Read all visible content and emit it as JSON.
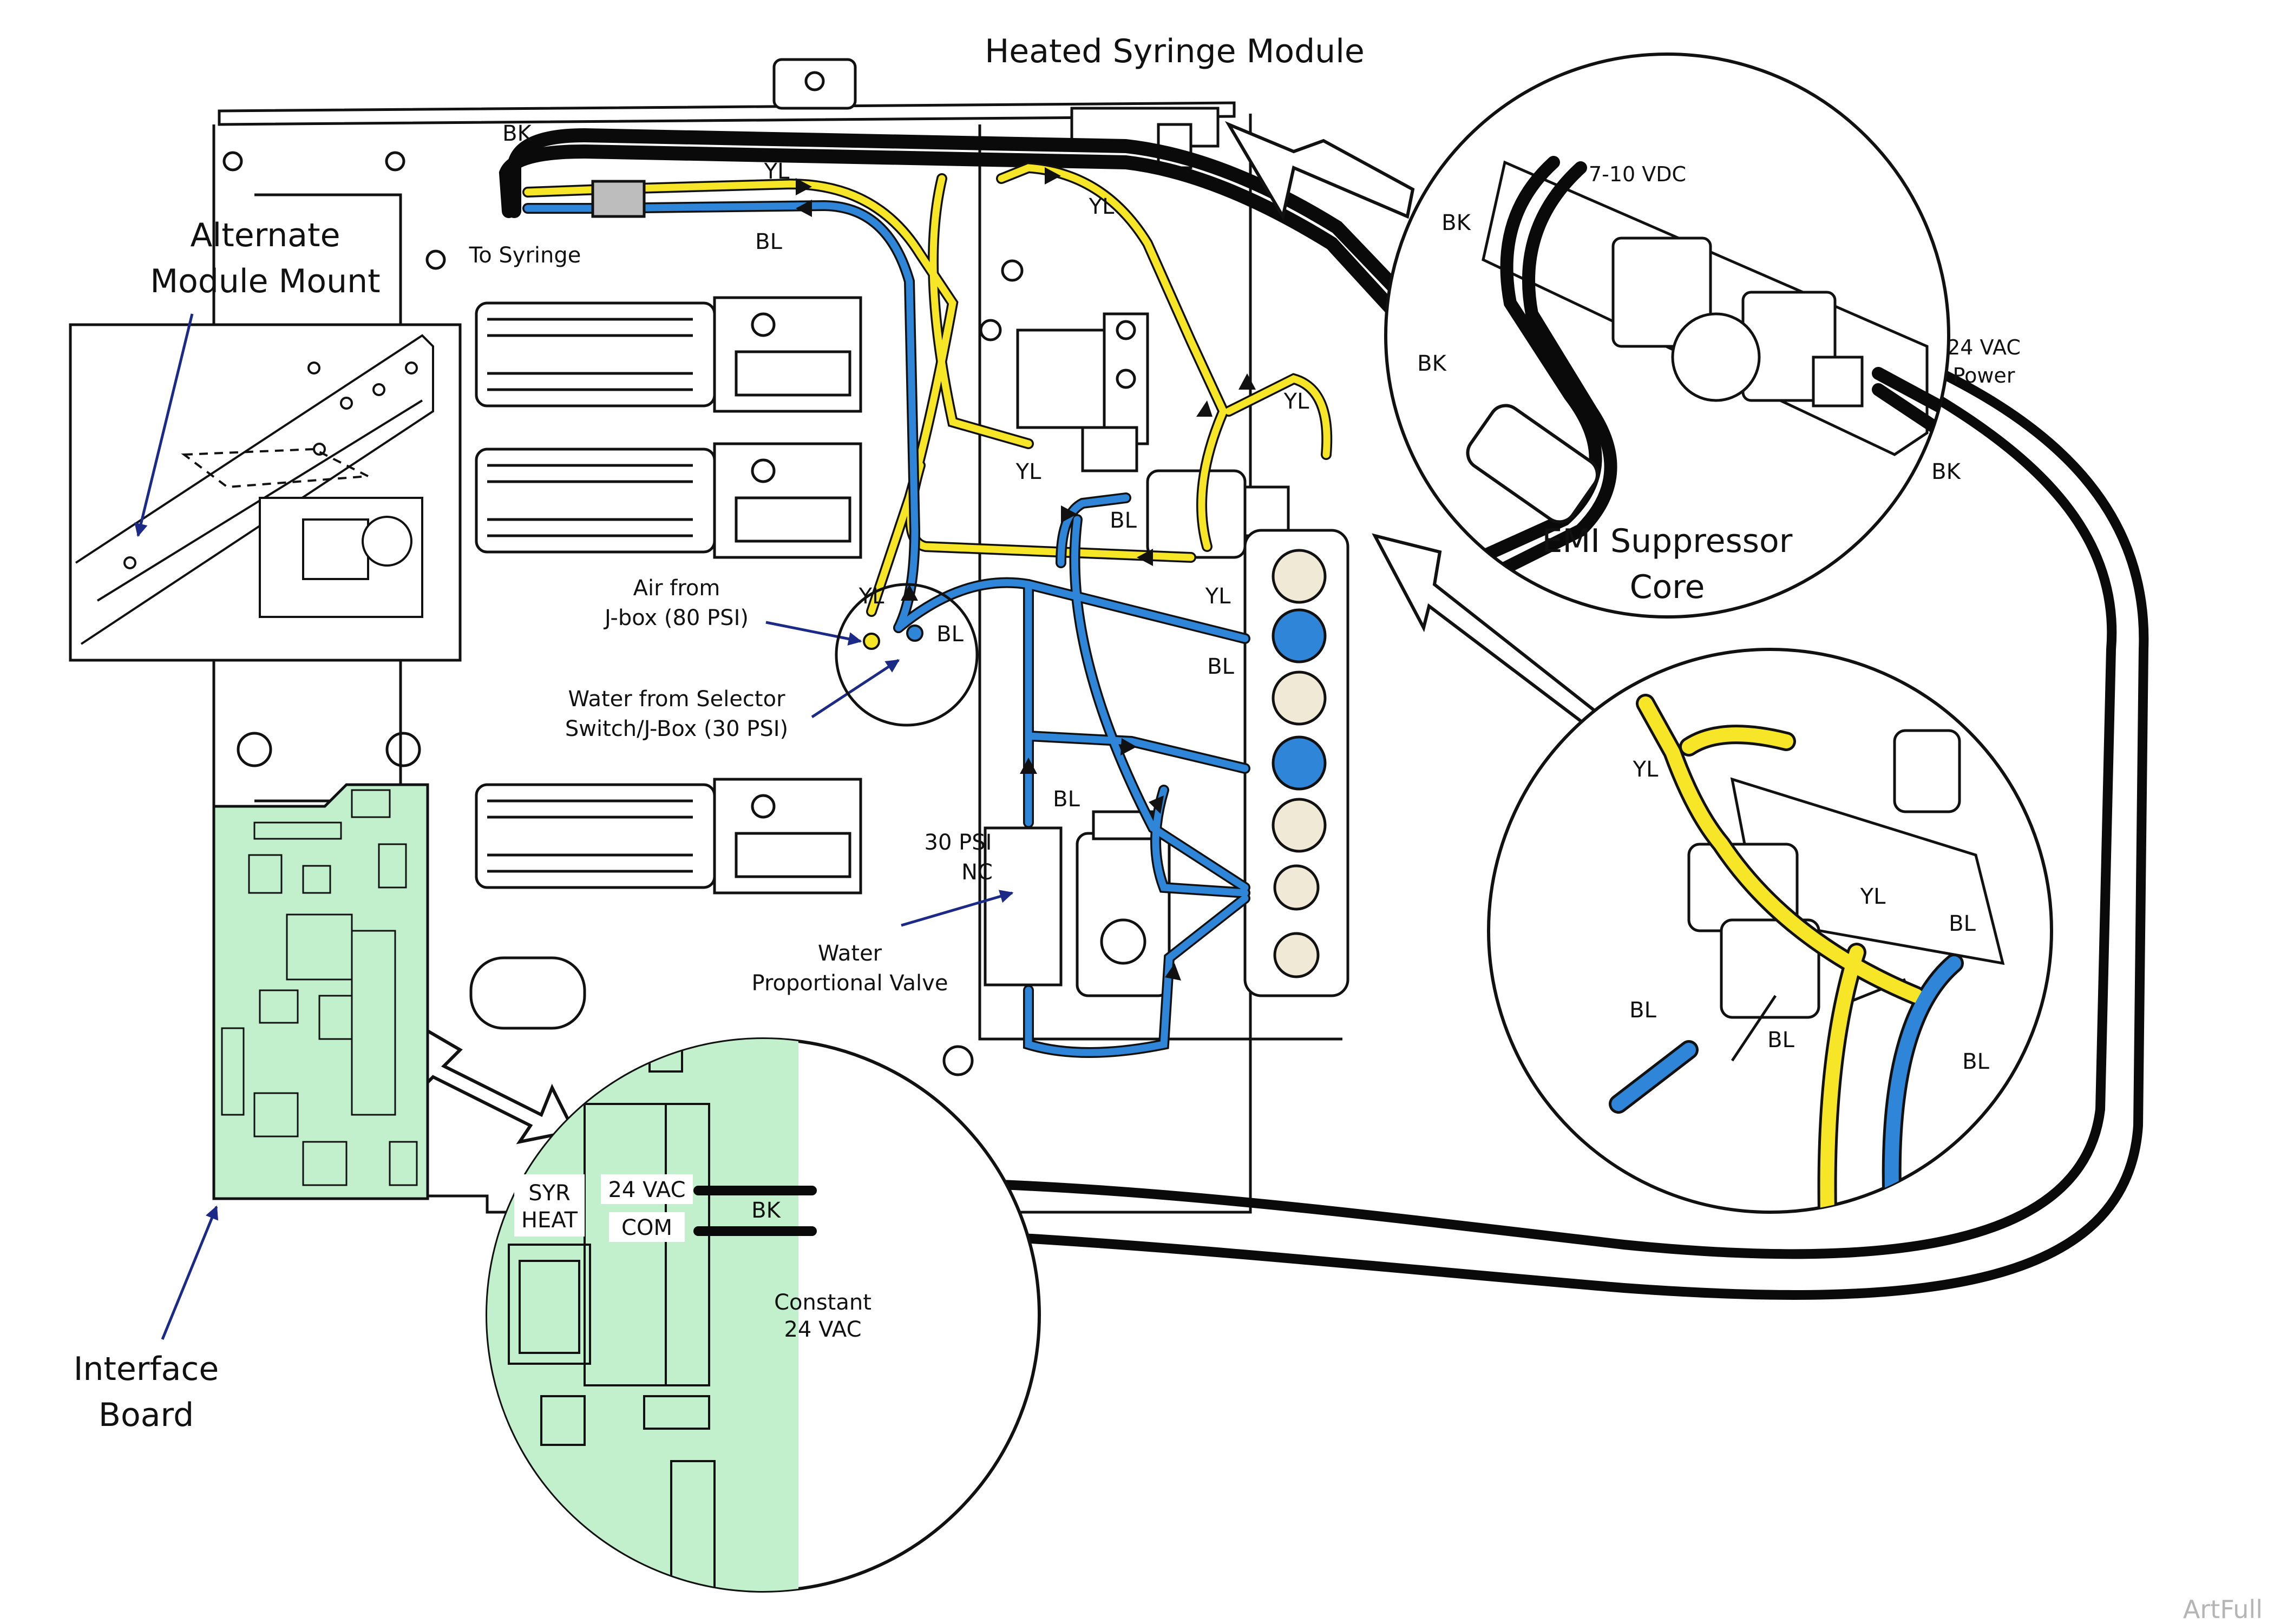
{
  "title": "Heated Syringe Module",
  "callouts": {
    "alternate_mount": [
      "Alternate",
      "Module Mount"
    ],
    "interface_board": [
      "Interface",
      "Board"
    ],
    "emi_core": [
      "EMI Suppressor",
      "Core"
    ],
    "air_from": [
      "Air from",
      "J-box (80 PSI)"
    ],
    "water_from": [
      "Water from Selector",
      "Switch/J-Box (30 PSI)"
    ],
    "water_valve": [
      "Water",
      "Proportional Valve"
    ],
    "psi_nc": [
      "30 PSI",
      "NC"
    ],
    "to_syringe": "To Syringe",
    "vdc": "7-10 VDC",
    "vac_power": [
      "24 VAC",
      "Power"
    ],
    "syr_heat": [
      "SYR",
      "HEAT"
    ],
    "pin_24vac": "24 VAC",
    "pin_com": "COM",
    "constant": [
      "Constant",
      "24 VAC"
    ]
  },
  "wire_codes": {
    "black": "BK",
    "yellow": "YL",
    "blue": "BL"
  },
  "colors": {
    "black_wire": "#0a0a0a",
    "yellow_tube": "#f7e628",
    "blue_tube": "#2f86d8",
    "board_green": "#c3f0cc",
    "pointer_navy": "#1b2a86",
    "button_blue": "#2f86d8",
    "button_cream": "#efe9d6"
  },
  "watermark": "ArtFull"
}
